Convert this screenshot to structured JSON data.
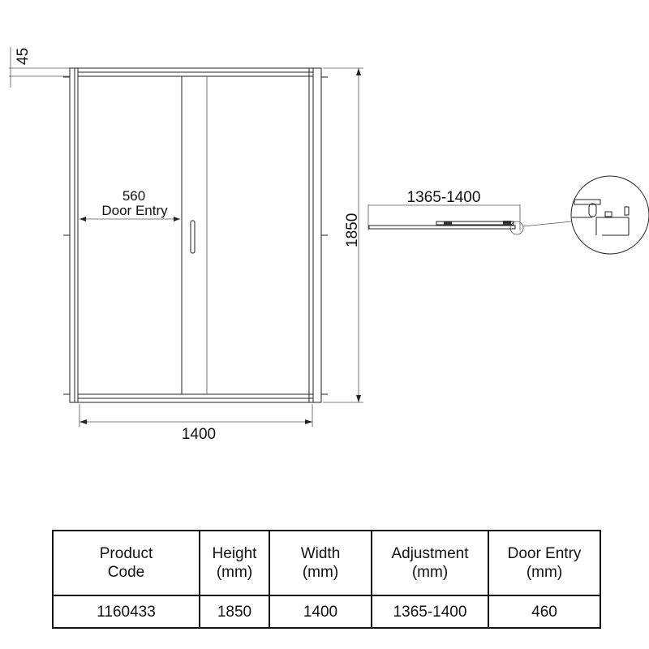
{
  "drawing": {
    "dim_top_gap": "45",
    "dim_door_entry_value": "560",
    "dim_door_entry_label": "Door Entry",
    "dim_height": "1850",
    "dim_width": "1400",
    "dim_plan_width": "1365-1400"
  },
  "spec_table": {
    "headers": [
      {
        "line1": "Product",
        "line2": "Code"
      },
      {
        "line1": "Height",
        "line2": "(mm)"
      },
      {
        "line1": "Width",
        "line2": "(mm)"
      },
      {
        "line1": "Adjustment",
        "line2": "(mm)"
      },
      {
        "line1": "Door Entry",
        "line2": "(mm)"
      }
    ],
    "row": [
      "1160433",
      "1850",
      "1400",
      "1365-1400",
      "460"
    ]
  }
}
